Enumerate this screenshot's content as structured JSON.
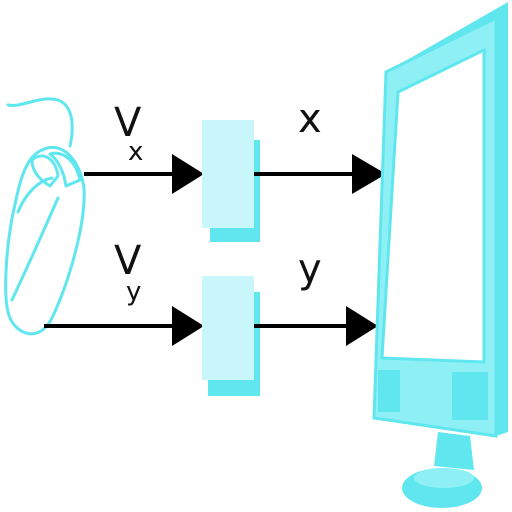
{
  "labels": {
    "vx_main": "V",
    "vx_sub": "x",
    "vy_main": "V",
    "vy_sub": "y",
    "x_out": "x",
    "y_out": "y"
  },
  "colors": {
    "cyan": "#5fe6ee",
    "cyan_light": "#c8f6fa",
    "cyan_mid": "#8ef0f5",
    "arrow": "#000000"
  },
  "icons": {
    "input_device": "mouse-icon",
    "output_device": "monitor-icon"
  }
}
